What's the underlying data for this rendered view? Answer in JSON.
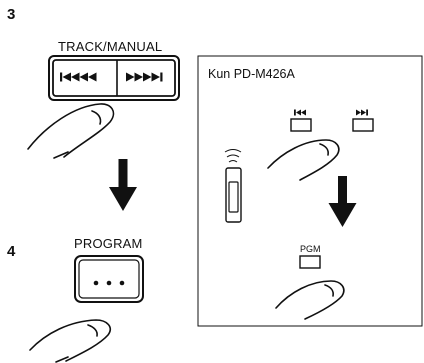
{
  "steps": {
    "step3": "3",
    "step4": "4"
  },
  "buttons": {
    "track_manual_label": "TRACK/MANUAL",
    "program_label": "PROGRAM",
    "pgm_label": "PGM"
  },
  "remote_panel": {
    "title": "Kun PD-M426A"
  },
  "icons": {
    "skip_back": "skip-back-icon",
    "skip_forward": "skip-forward-icon",
    "rewind": "rewind-icon",
    "fast_forward": "fast-forward-icon",
    "arrow_down": "arrow-down-icon",
    "finger": "finger-icon",
    "remote": "remote-control-icon",
    "ellipsis": "ellipsis-icon"
  },
  "colors": {
    "ink": "#111111",
    "background": "#ffffff"
  }
}
